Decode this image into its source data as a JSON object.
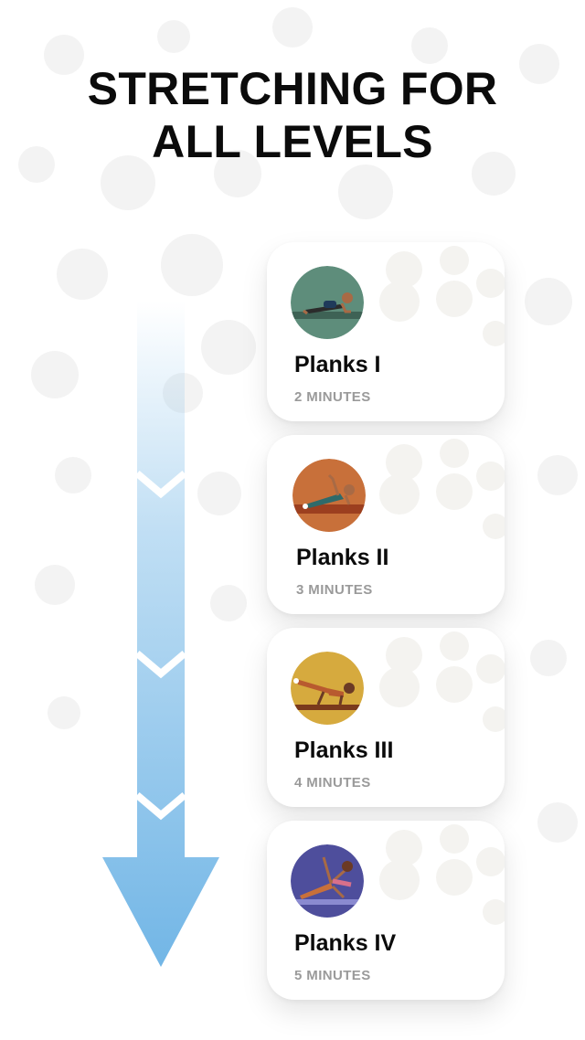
{
  "headline": {
    "line1": "STRETCHING FOR",
    "line2": "ALL LEVELS"
  },
  "colors": {
    "arrow": "#72b6e6",
    "title": "#0b0b0b",
    "subtitle": "#9a9a9a"
  },
  "levels": [
    {
      "title": "Planks I",
      "duration": "2 MINUTES",
      "icon": "plank-figure-icon",
      "circle_color": "#5e8d7b"
    },
    {
      "title": "Planks II",
      "duration": "3 MINUTES",
      "icon": "side-plank-figure-icon",
      "circle_color": "#c8703a"
    },
    {
      "title": "Planks III",
      "duration": "4 MINUTES",
      "icon": "leg-raise-plank-figure-icon",
      "circle_color": "#d6aa3e"
    },
    {
      "title": "Planks IV",
      "duration": "5 MINUTES",
      "icon": "star-plank-figure-icon",
      "circle_color": "#4e4e9c"
    }
  ]
}
